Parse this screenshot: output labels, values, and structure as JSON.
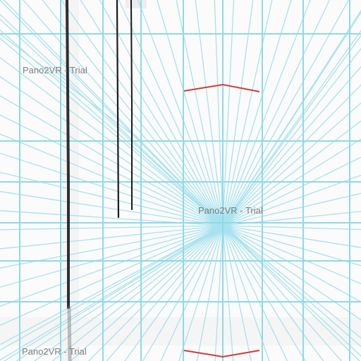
{
  "viewer": {
    "watermarks": [
      "Pano2VR - Trial",
      "Pano2VR - Trial",
      "Pano2VR - Trial"
    ]
  },
  "colors": {
    "grid_line": "#8fd9e8",
    "perspective_line": "#a8e2ee",
    "ink_stroke": "#1a1a1a",
    "red_mark": "#d33a3a",
    "background": "#fbfbfb"
  }
}
